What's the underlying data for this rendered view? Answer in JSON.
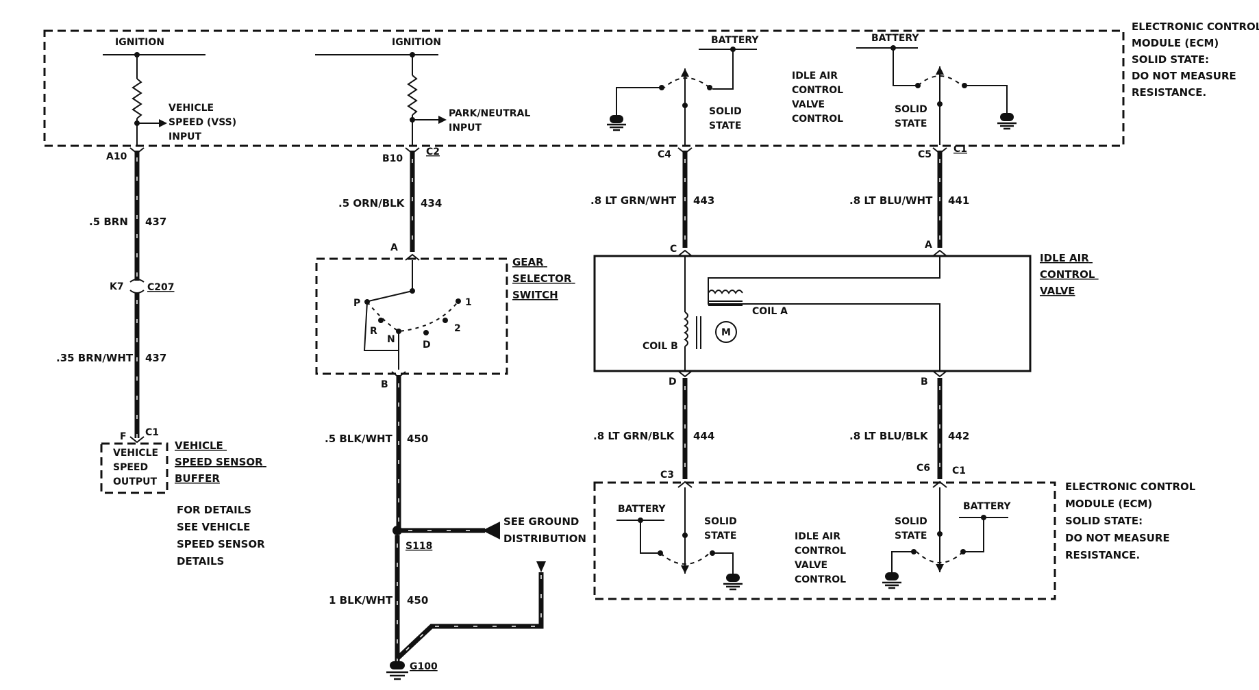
{
  "ecm_top": {
    "title_lines": [
      "ELECTRONIC CONTROL",
      "MODULE (ECM)",
      "SOLID STATE:",
      "DO NOT MEASURE",
      "RESISTANCE."
    ],
    "ignition_left": "IGNITION",
    "ignition_mid": "IGNITION",
    "battery_left": "BATTERY",
    "battery_right": "BATTERY",
    "vss_input_lines": [
      "VEHICLE",
      "SPEED (VSS)",
      "INPUT"
    ],
    "park_neutral_lines": [
      "PARK/NEUTRAL",
      "INPUT"
    ],
    "iac_control_lines": [
      "IDLE AIR",
      "CONTROL",
      "VALVE",
      "CONTROL"
    ],
    "solid_state_left": [
      "SOLID",
      "STATE"
    ],
    "solid_state_right": [
      "SOLID",
      "STATE"
    ]
  },
  "connectors": {
    "a10": "A10",
    "b10": "B10",
    "c2": "C2",
    "c4": "C4",
    "c5": "C5",
    "c1_top": "C1",
    "k7": "K7",
    "c207": "C207",
    "f": "F",
    "c1_vss": "C1",
    "pin_a_gear": "A",
    "pin_b_gear": "B",
    "pin_c_iac": "C",
    "pin_a_iac": "A",
    "pin_d_iac": "D",
    "pin_b_iac": "B",
    "c3": "C3",
    "c6": "C6",
    "c1_bot": "C1",
    "s118": "S118",
    "g100": "G100"
  },
  "wires": {
    "w437a_gauge": ".5 BRN",
    "w437a_num": "437",
    "w437b_gauge": ".35 BRN/WHT",
    "w437b_num": "437",
    "w434_gauge": ".5 ORN/BLK",
    "w434_num": "434",
    "w450a_gauge": ".5 BLK/WHT",
    "w450a_num": "450",
    "w450b_gauge": "1 BLK/WHT",
    "w450b_num": "450",
    "w443_gauge": ".8 LT GRN/WHT",
    "w443_num": "443",
    "w441_gauge": ".8 LT BLU/WHT",
    "w441_num": "441",
    "w444_gauge": ".8 LT GRN/BLK",
    "w444_num": "444",
    "w442_gauge": ".8 LT BLU/BLK",
    "w442_num": "442"
  },
  "gear_selector": {
    "title_lines": [
      "GEAR",
      "SELECTOR",
      "SWITCH"
    ],
    "positions": {
      "p": "P",
      "r": "R",
      "n": "N",
      "d": "D",
      "one": "1",
      "two": "2"
    }
  },
  "vss_buffer": {
    "inner_lines": [
      "VEHICLE",
      "SPEED",
      "OUTPUT"
    ],
    "title_lines": [
      "VEHICLE",
      "SPEED SENSOR",
      "BUFFER"
    ],
    "note_lines": [
      "FOR DETAILS",
      "SEE VEHICLE",
      "SPEED SENSOR",
      "DETAILS"
    ]
  },
  "iac_valve": {
    "title_lines": [
      "IDLE AIR",
      "CONTROL",
      "VALVE"
    ],
    "coil_a": "COIL A",
    "coil_b": "COIL B",
    "motor": "M"
  },
  "ground": {
    "see_lines": [
      "SEE GROUND",
      "DISTRIBUTION"
    ]
  },
  "ecm_bottom": {
    "title_lines": [
      "ELECTRONIC CONTROL",
      "MODULE (ECM)",
      "SOLID STATE:",
      "DO NOT MEASURE",
      "RESISTANCE."
    ],
    "battery_left": "BATTERY",
    "battery_right": "BATTERY",
    "solid_state_left": [
      "SOLID",
      "STATE"
    ],
    "solid_state_right": [
      "SOLID",
      "STATE"
    ],
    "iac_control_lines": [
      "IDLE AIR",
      "CONTROL",
      "VALVE",
      "CONTROL"
    ]
  }
}
